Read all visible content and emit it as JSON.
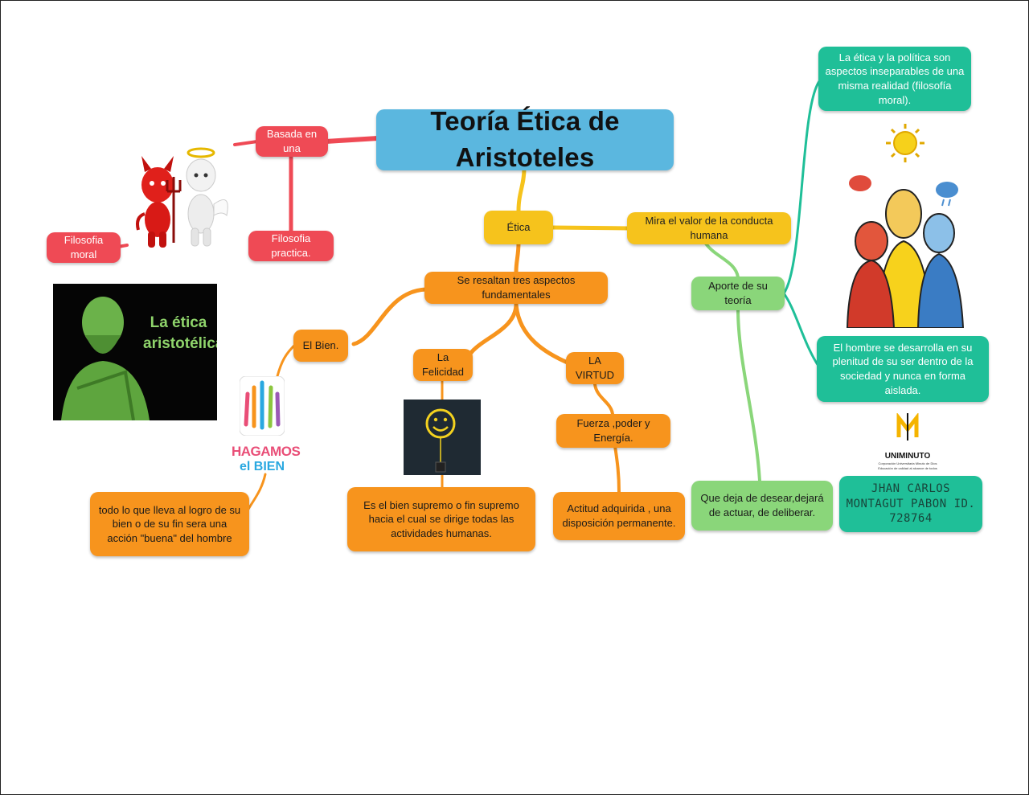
{
  "diagram": {
    "title": "Teoría Ética de Aristoteles",
    "nodes": {
      "basada": "Basada en una",
      "filosofia_moral": "Filosofia moral",
      "filosofia_practica": "Filosofia practica.",
      "etica": "Ética",
      "mira_valor": "Mira el valor de la conducta humana",
      "se_resaltan": "Se resaltan tres aspectos fundamentales",
      "el_bien": "El Bien.",
      "la_felicidad": "La Felicidad",
      "la_virtud": "LA VIRTUD",
      "fuerza": "Fuerza ,poder y Energía.",
      "todo_lo_que": "todo lo que lleva al logro de su bien o de su fin sera una acción \"buena\" del hombre",
      "es_el_bien": "Es el bien supremo o fin supremo hacia el cual se dirige todas las actividades humanas.",
      "actitud": "Actitud adquirida , una disposición permanente.",
      "aporte": "Aporte de su teoría",
      "que_deja": "Que deja de desear,dejará de actuar, de deliberar.",
      "etica_politica": "La ética y la política son aspectos inseparables de una misma realidad (filosofía moral).",
      "hombre_desarrolla": "El hombre se desarrolla en su plenitud de su ser dentro de la sociedad y nunca en forma aislada.",
      "autor": "JHAN CARLOS MONTAGUT PABON ID. 728764"
    },
    "images": {
      "aristotle_caption": "La ética aristotélica",
      "hagamos_1": "HAGAMOS",
      "hagamos_2": "el BIEN",
      "uniminuto": "UNIMINUTO",
      "uniminuto_sub": "Corporación Universitaria Minuto de Dios",
      "uniminuto_sub2": "Educación de calidad al alcance de todos"
    },
    "colors": {
      "title": "#5bb7df",
      "red": "#ef4a55",
      "yellow": "#f6c31c",
      "orange": "#f7941d",
      "green": "#8ad67a",
      "teal": "#1fbf98"
    }
  }
}
